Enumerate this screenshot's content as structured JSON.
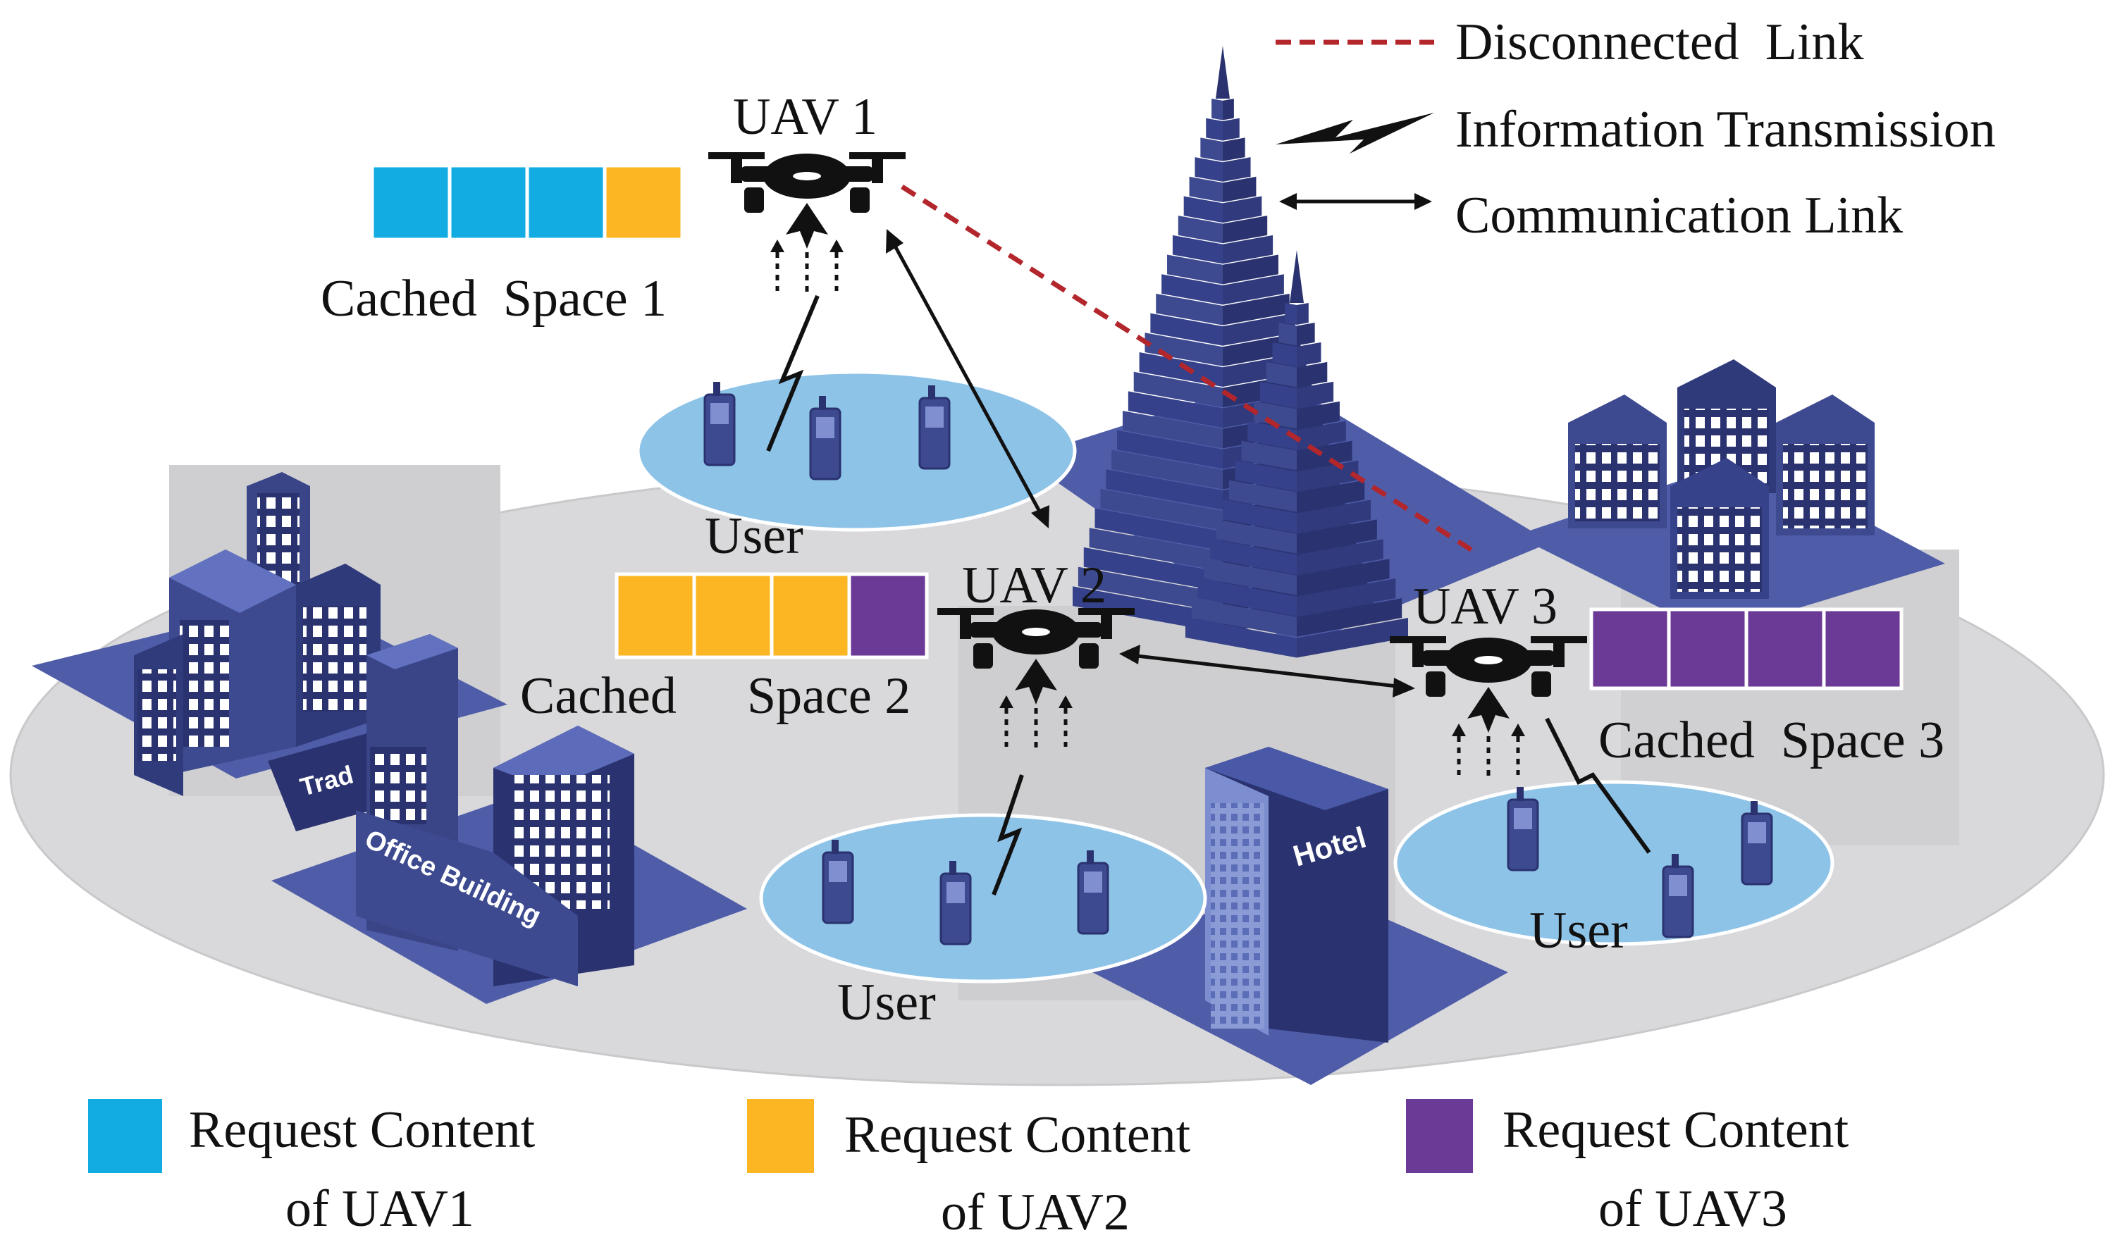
{
  "legend_top": {
    "disconnected": "Disconnected  Link",
    "information": "Information Transmission",
    "communication": "Communication Link"
  },
  "uavs": [
    {
      "label": "UAV 1",
      "cache_label": "Cached  Space 1"
    },
    {
      "label": "UAV 2",
      "cache_label_a": "Cached",
      "cache_label_b": "Space 2"
    },
    {
      "label": "UAV 3",
      "cache_label": "Cached  Space 3"
    }
  ],
  "user_label": "User",
  "buildings": {
    "office": "Office Building",
    "hotel": "Hotel",
    "trade": "Trad"
  },
  "legend_bottom": [
    {
      "line1": "Request Content",
      "line2": "of UAV1"
    },
    {
      "line1": "Request Content",
      "line2": "of UAV2"
    },
    {
      "line1": "Request Content",
      "line2": "of UAV3"
    }
  ],
  "colors": {
    "uav1": "#12ACE3",
    "uav2": "#FCB624",
    "uav3": "#6B3A96",
    "building": "#3D4A8F",
    "building_dark": "#2A3370",
    "ground": "#D6D6D8",
    "user_zone": "#8EC3E8",
    "disconnected": "#B3262C"
  }
}
